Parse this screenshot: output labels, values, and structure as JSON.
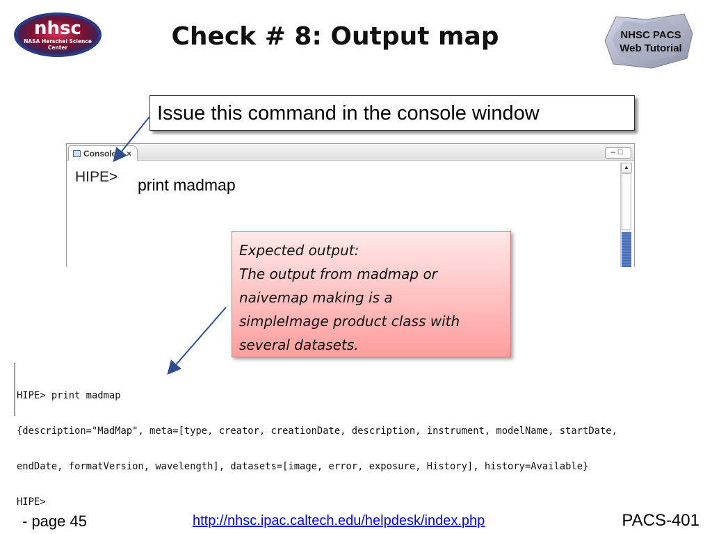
{
  "header": {
    "title": "Check # 8: Output map",
    "left_logo": {
      "name": "nhsc-logo",
      "main": "nhsc",
      "sub1": "NASA Herschel Science",
      "sub2": "Center"
    },
    "right_logo": {
      "name": "nhsc-pacs-logo",
      "line1": "NHSC PACS",
      "line2": "Web Tutorial"
    }
  },
  "callout": {
    "text": "Issue this command in the console window"
  },
  "console": {
    "tab_label": "Console",
    "tab_close": "×",
    "window_controls": "–□",
    "prompt": "HIPE>",
    "command": "print madmap"
  },
  "expected_output": {
    "lines": [
      "Expected output:",
      "The output from madmap or",
      "naivemap making is a",
      "simpleImage product class with",
      "several datasets."
    ]
  },
  "output": {
    "lines": [
      "HIPE> print madmap",
      "{description=\"MadMap\", meta=[type, creator, creationDate, description, instrument, modelName, startDate,",
      "endDate, formatVersion, wavelength], datasets=[image, error, exposure, History], history=Available}",
      "HIPE>"
    ]
  },
  "footer": {
    "page": "- page 45",
    "link": "http://nhsc.ipac.caltech.edu/helpdesk/index.php",
    "course": "PACS-401"
  },
  "colors": {
    "link": "#0000ee",
    "expected_box_top": "#ffe9e9",
    "expected_box_bottom": "#ff9d9d",
    "arrow": "#2f4f8f"
  }
}
